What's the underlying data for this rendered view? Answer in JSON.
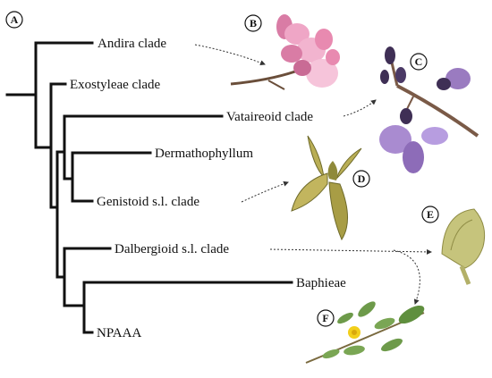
{
  "diagram": {
    "clades": [
      {
        "id": "andira",
        "label": "Andira clade"
      },
      {
        "id": "exostyleae",
        "label": "Exostyleae clade"
      },
      {
        "id": "vataireoid",
        "label": "Vataireoid clade"
      },
      {
        "id": "dermatophyllum",
        "label": "Dermathophyllum"
      },
      {
        "id": "genistoid",
        "label": "Genistoid s.l. clade"
      },
      {
        "id": "dalbergioid",
        "label": "Dalbergioid s.l. clade"
      },
      {
        "id": "baphieae",
        "label": "Baphieae"
      },
      {
        "id": "npaaa",
        "label": "NPAAA"
      }
    ],
    "panels": [
      "A",
      "B",
      "C",
      "D",
      "E",
      "F"
    ],
    "colors": {
      "branch": "#111111",
      "pink_flower": "#e88ab0",
      "purple_flower": "#9a7bc0",
      "dark_bud": "#3f2f55",
      "green_petal": "#b9ae55",
      "pale_green": "#c6c47c",
      "leaf": "#6d9a4a",
      "yellow_flower": "#f2cf1b"
    }
  }
}
